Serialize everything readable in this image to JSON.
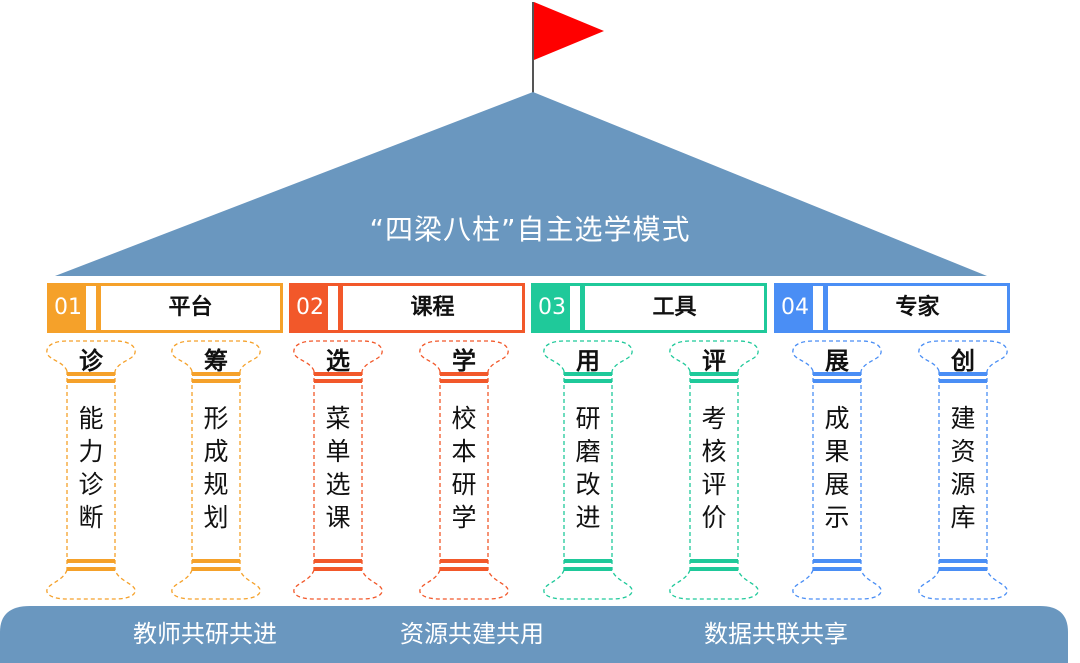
{
  "title": "“四梁八柱”自主选学模式",
  "colors": {
    "roof": "#6a97bf",
    "flag": "#ff0000",
    "beams": [
      "#f5a12a",
      "#f2582a",
      "#1fc99a",
      "#4a8ef5"
    ]
  },
  "beams": [
    {
      "num": "01",
      "label": "平台"
    },
    {
      "num": "02",
      "label": "课程"
    },
    {
      "num": "03",
      "label": "工具"
    },
    {
      "num": "04",
      "label": "专家"
    }
  ],
  "pillars": [
    {
      "cap": "诊",
      "text": [
        "能",
        "力",
        "诊",
        "断"
      ]
    },
    {
      "cap": "筹",
      "text": [
        "形",
        "成",
        "规",
        "划"
      ]
    },
    {
      "cap": "选",
      "text": [
        "菜",
        "单",
        "选",
        "课"
      ]
    },
    {
      "cap": "学",
      "text": [
        "校",
        "本",
        "研",
        "学"
      ]
    },
    {
      "cap": "用",
      "text": [
        "研",
        "磨",
        "改",
        "进"
      ]
    },
    {
      "cap": "评",
      "text": [
        "考",
        "核",
        "评",
        "价"
      ]
    },
    {
      "cap": "展",
      "text": [
        "成",
        "果",
        "展",
        "示"
      ]
    },
    {
      "cap": "创",
      "text": [
        "建",
        "资",
        "源",
        "库"
      ]
    }
  ],
  "foundation": [
    "教师共研共进",
    "资源共建共用",
    "数据共联共享"
  ]
}
